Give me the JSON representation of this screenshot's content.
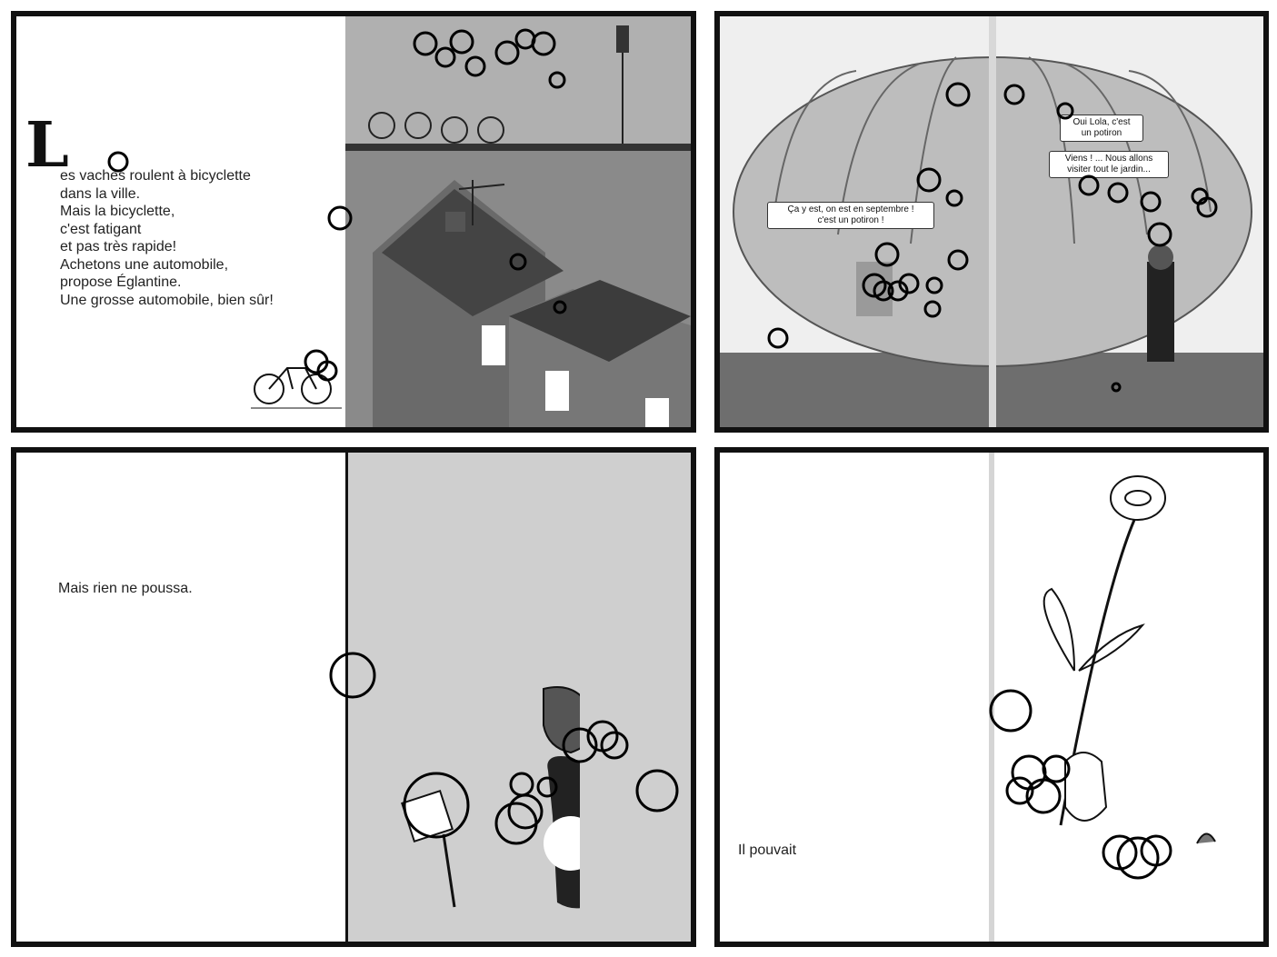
{
  "panel_top_left": {
    "dropcap": "L",
    "text": "es vaches roulent à bicyclette\ndans la ville.\nMais la bicyclette,\nc'est fatigant\net pas très rapide!\nAchetons une automobile,\npropose Églantine.\nUne grosse automobile, bien sûr!"
  },
  "panel_top_right": {
    "bubble_left": "Ça y est, on est en septembre !\nc'est un potiron !",
    "bubble_right_1": "Oui Lola, c'est\nun potiron",
    "bubble_right_2": "Viens ! ... Nous allons\nvisiter tout le jardin..."
  },
  "panel_bottom_left": {
    "text": "Mais rien ne poussa."
  },
  "panel_bottom_right": {
    "text": "Il pouvait"
  },
  "colors": {
    "border": "#111111",
    "fixation_circle": "#000000",
    "page_gray": "#cfcfcf"
  }
}
